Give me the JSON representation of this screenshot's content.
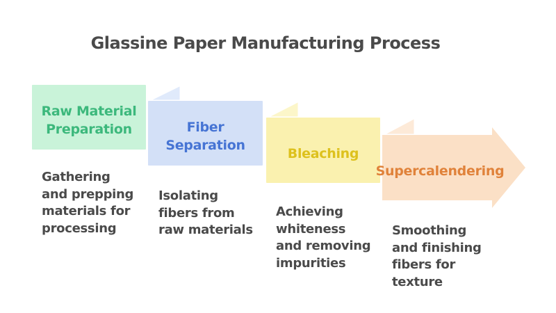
{
  "title": "Glassine Paper Manufacturing Process",
  "colors": {
    "background": "#ffffff",
    "title_text": "#4a4a4a",
    "description_text": "#4a4a4a",
    "separator_stroke": "#ffffff"
  },
  "steps": [
    {
      "id": "raw-material-preparation",
      "shape": "panel",
      "label": "Raw Material Preparation",
      "label_lines": [
        "Raw Material",
        "Preparation"
      ],
      "label_color": "#3cb87c",
      "fill": "#c9f3d9",
      "fold_fill": "#daf7e6",
      "description": "Gathering and prepping materials for processing",
      "description_lines": [
        "Gathering",
        "and prepping",
        "materials for",
        "processing"
      ]
    },
    {
      "id": "fiber-separation",
      "shape": "panel",
      "label": "Fiber Separation",
      "label_lines": [
        "Fiber",
        "Separation"
      ],
      "label_color": "#4674d4",
      "fill": "#d3e0f7",
      "fold_fill": "#e0eafb",
      "description": "Isolating fibers from raw materials",
      "description_lines": [
        "Isolating",
        "fibers from",
        "raw materials"
      ]
    },
    {
      "id": "bleaching",
      "shape": "panel",
      "label": "Bleaching",
      "label_lines": [
        "Bleaching"
      ],
      "label_color": "#ddc11d",
      "fill": "#faf1af",
      "fold_fill": "#fcf6c9",
      "description": "Achieving whiteness and removing impurities",
      "description_lines": [
        "Achieving",
        "whiteness",
        "and removing",
        "impurities"
      ]
    },
    {
      "id": "supercalendering",
      "shape": "arrow",
      "label": "Supercalendering",
      "label_lines": [
        "Supercalendering"
      ],
      "label_color": "#e0823a",
      "fill": "#fbe0c6",
      "fold_fill": "#fdead8",
      "description": "Smoothing and finishing fibers for texture",
      "description_lines": [
        "Smoothing",
        "and finishing",
        "fibers for",
        "texture"
      ]
    }
  ]
}
